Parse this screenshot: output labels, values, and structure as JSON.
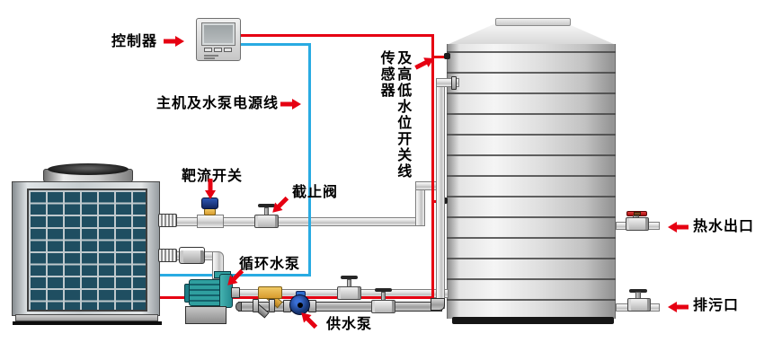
{
  "labels": {
    "controller": "控制器",
    "power_line": "主机及水泵电源线",
    "flow_switch": "靶流开关",
    "stop_valve": "截止阀",
    "circulation_pump": "循环水泵",
    "supply_pump": "供水泵",
    "sensor_line_col_left": "传感器",
    "sensor_line_col_right": "及高低水位开关线",
    "hot_water_outlet": "热水出口",
    "drain_outlet": "排污口"
  },
  "colors": {
    "signal_wire": "#e60012",
    "power_wire": "#29abe2",
    "label_arrow": "#e60012",
    "heat_pump_grille": "#1f4e61",
    "circulation_pump_body": "#2f9f9f",
    "supply_pump_body": "#16336e",
    "strainer_body": "#e9b54d",
    "hot_valve_handle": "#c62222"
  }
}
